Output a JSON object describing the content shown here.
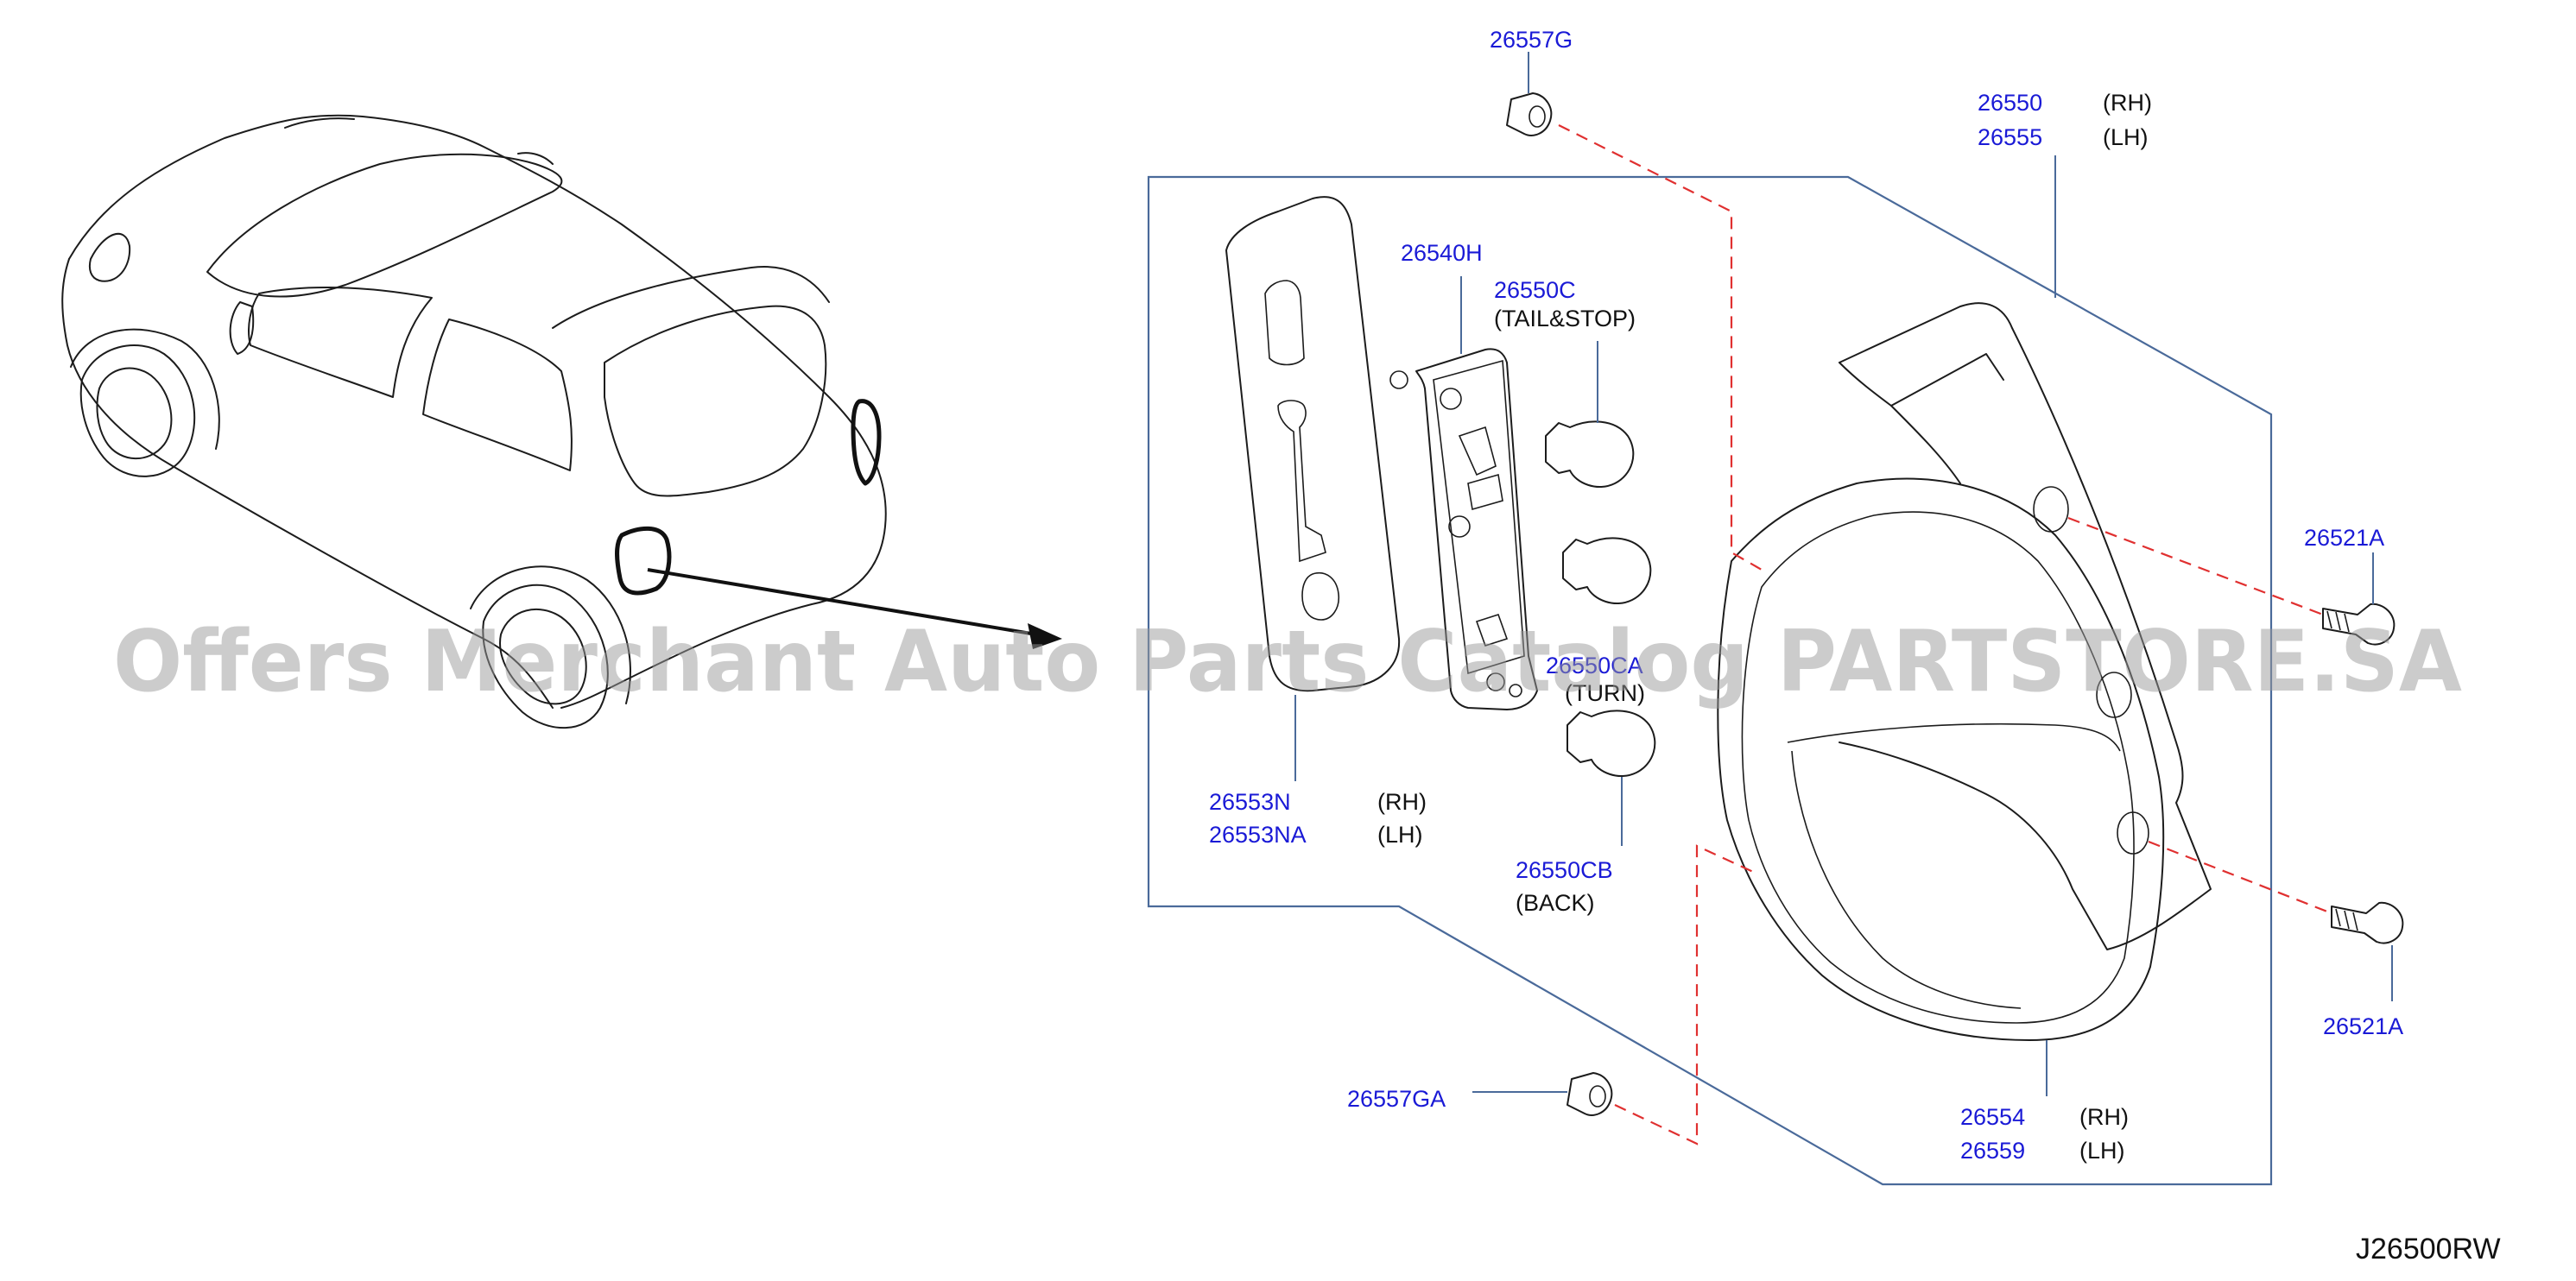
{
  "diagram": {
    "reference_code": "J26500RW",
    "watermark": "Offers Merchant Auto Parts Catalog PARTSTORE.SA",
    "callouts": {
      "clip_top": {
        "part": "26557G"
      },
      "lamp_assy": {
        "part_rh": "26550",
        "note_rh": "(RH)",
        "part_lh": "26555",
        "note_lh": "(LH)"
      },
      "socket": {
        "part": "26540H"
      },
      "bulb_tail": {
        "part": "26550C",
        "note": "(TAIL&STOP)"
      },
      "bulb_turn": {
        "part": "26550CA",
        "note": "(TURN)"
      },
      "bulb_back": {
        "part": "26550CB",
        "note": "(BACK)"
      },
      "gasket": {
        "part_rh": "26553N",
        "note_rh": "(RH)",
        "part_lh": "26553NA",
        "note_lh": "(LH)"
      },
      "clip_bottom": {
        "part": "26557GA"
      },
      "screw_upper": {
        "part": "26521A"
      },
      "screw_lower": {
        "part": "26521A"
      },
      "lens_body": {
        "part_rh": "26554",
        "note_rh": "(RH)",
        "part_lh": "26559",
        "note_lh": "(LH)"
      }
    },
    "colors": {
      "part_number": "#1a1ad6",
      "leader": "#4a6a9a",
      "hidden_line": "#e03030",
      "line": "#1c1c1c"
    }
  }
}
